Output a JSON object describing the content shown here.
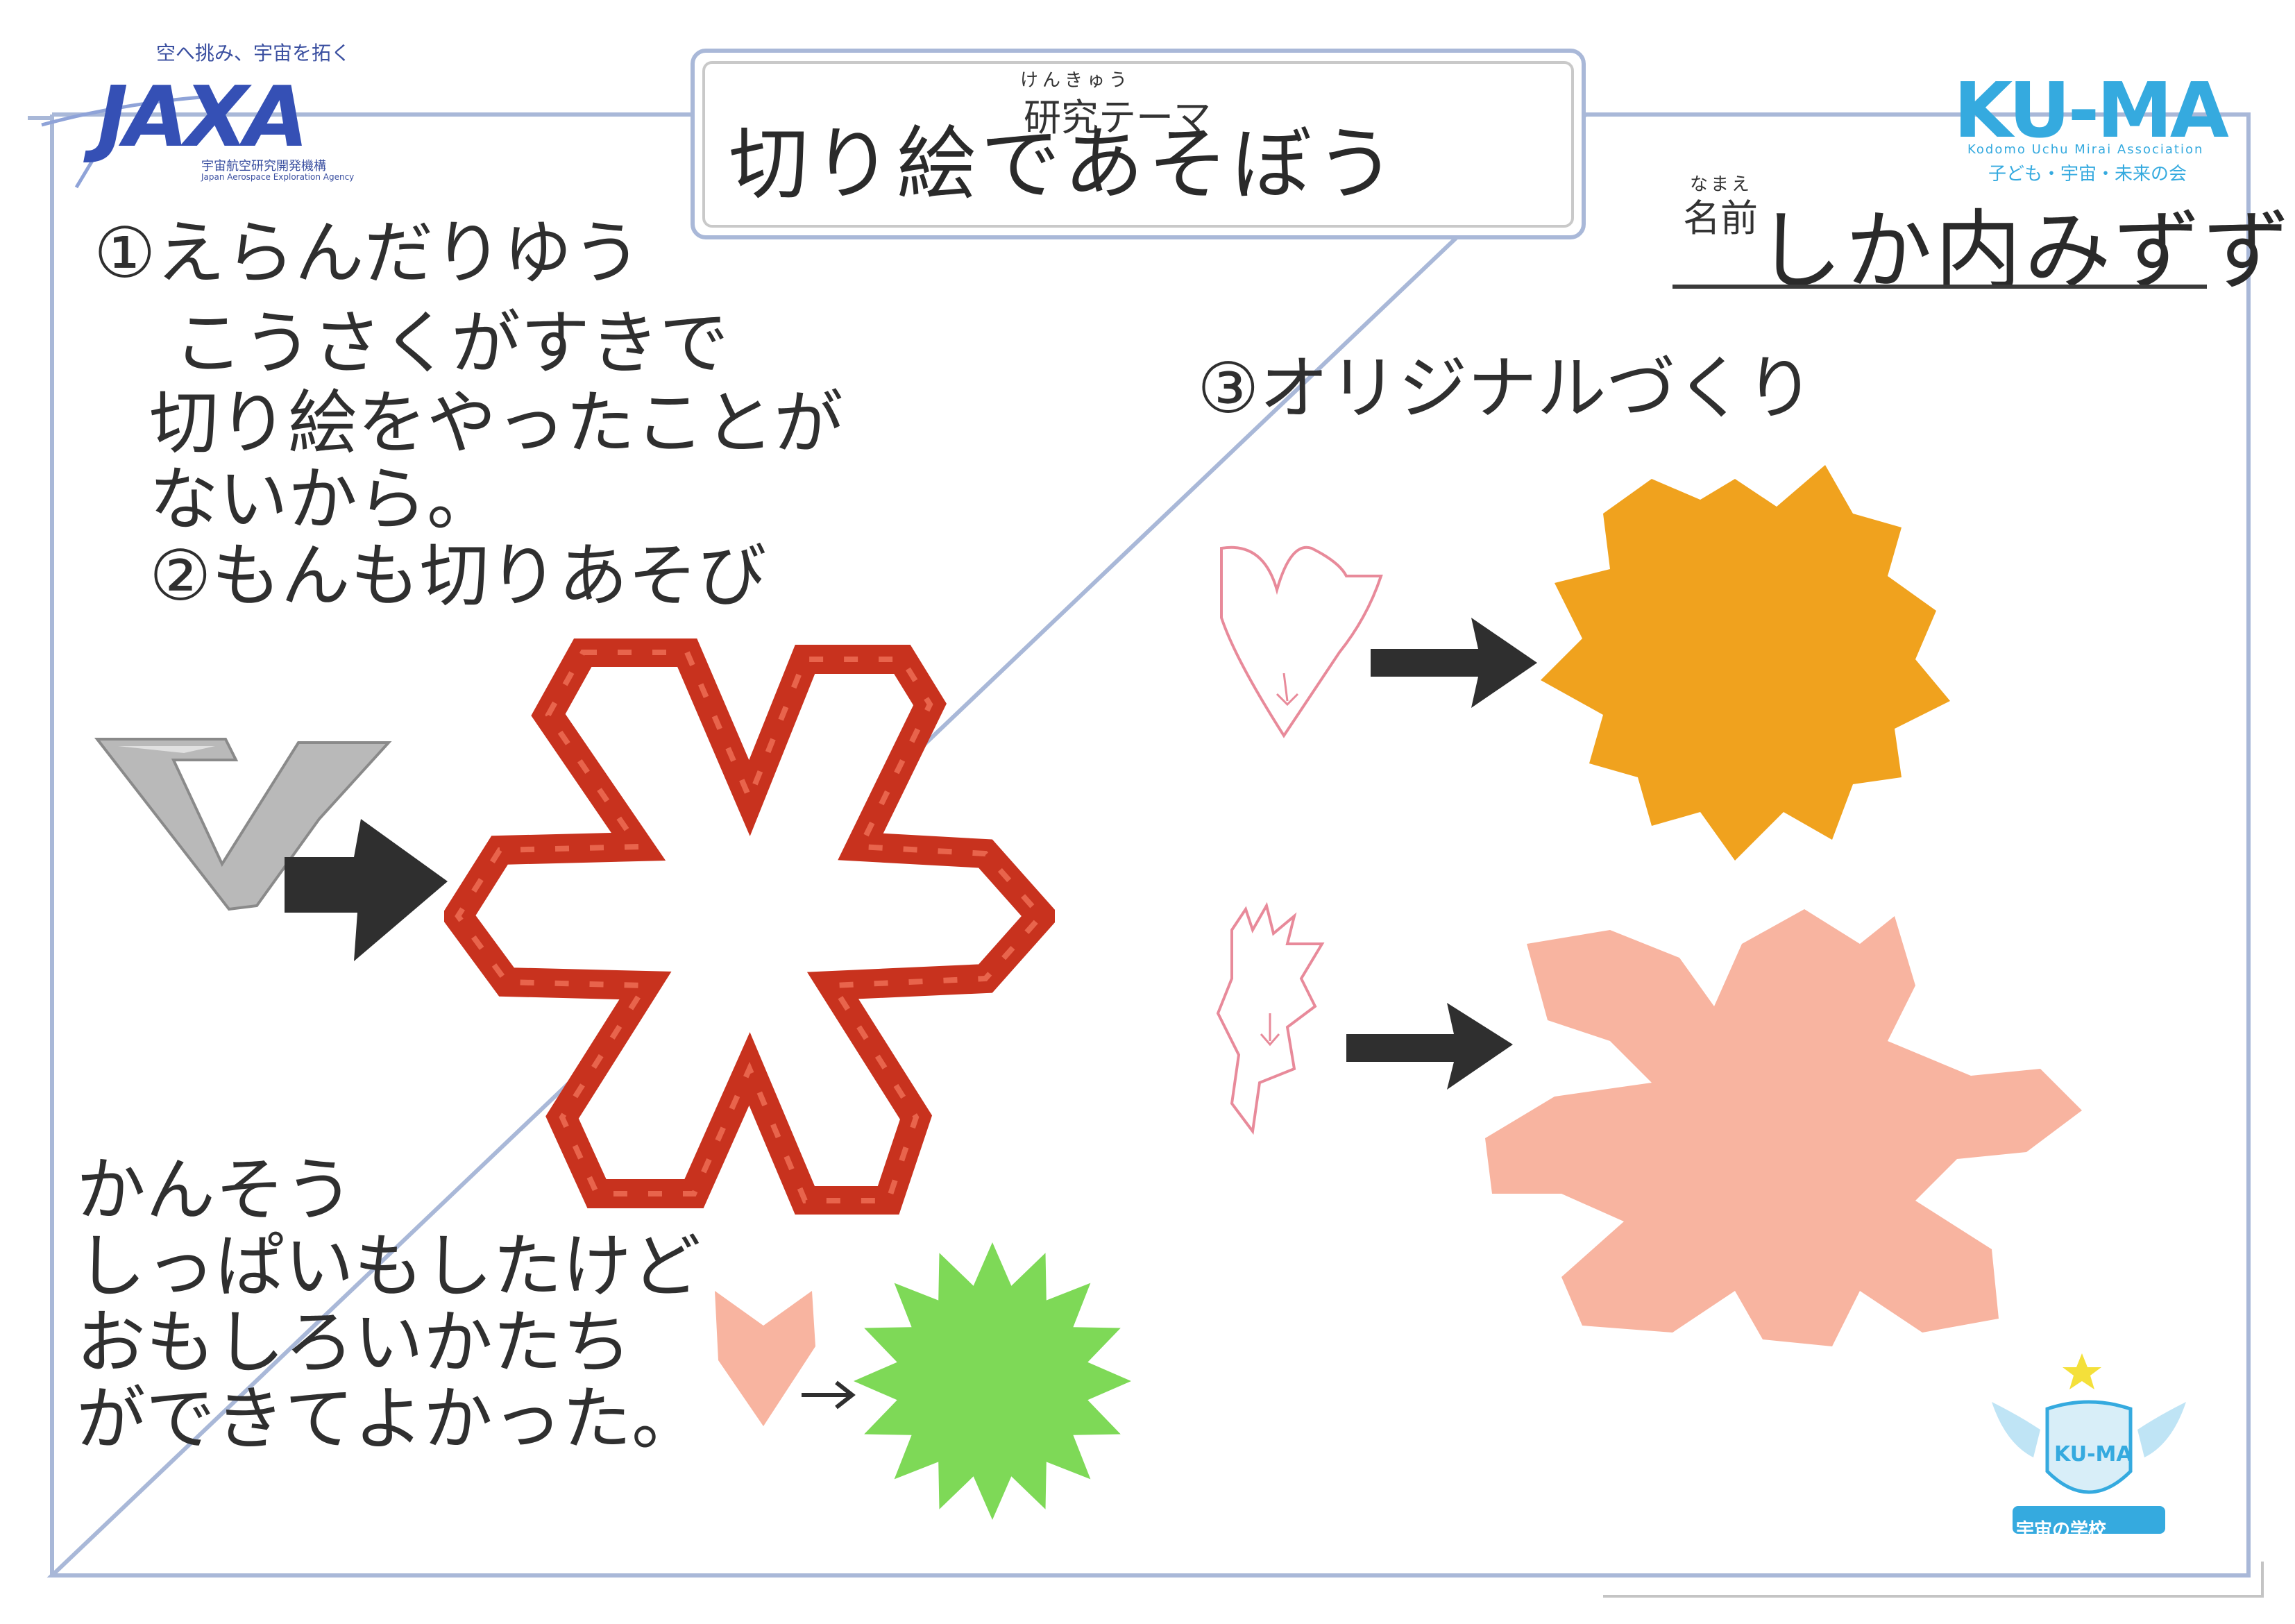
{
  "header": {
    "jaxa_tagline": "空へ挑み、宇宙を拓く",
    "jaxa_logo": "JAXA",
    "jaxa_sub_jp": "宇宙航空研究開発機構",
    "jaxa_sub_en": "Japan Aerospace Exploration Agency",
    "theme_ruby": "けんきゅう",
    "theme_label": "研究テーマ",
    "theme_title": "切り絵であそぼう",
    "kuma_logo": "KU-MA",
    "kuma_sub_en": "Kodomo Uchu Mirai Association",
    "kuma_sub_jp": "子ども・宇宙・未来の会"
  },
  "name": {
    "ruby": "なまえ",
    "label": "名前",
    "value": "しか内みずず"
  },
  "body": {
    "reason_lines": [
      "①えらんだりゆう",
      "こうさくがすきで",
      "切り絵をやったことが",
      "ないから。",
      "②もんも切りあそび"
    ],
    "section3": "③オリジナルづくり",
    "impression_title": "かんそう",
    "impression_lines": [
      "しっぱいもしたけど",
      "おもしろいかたち",
      "ができてよかった。"
    ]
  },
  "stamp": {
    "logo": "KU-MA",
    "text": "宇宙の学校"
  },
  "colors": {
    "frame_blue": "#a9b8d8",
    "red_foil": "#c8321e",
    "orange": "#f0a21e",
    "pink": "#f8b4a0",
    "green": "#7ed957",
    "silver": "#b5b5b5",
    "marker": "#2f2f2f"
  }
}
